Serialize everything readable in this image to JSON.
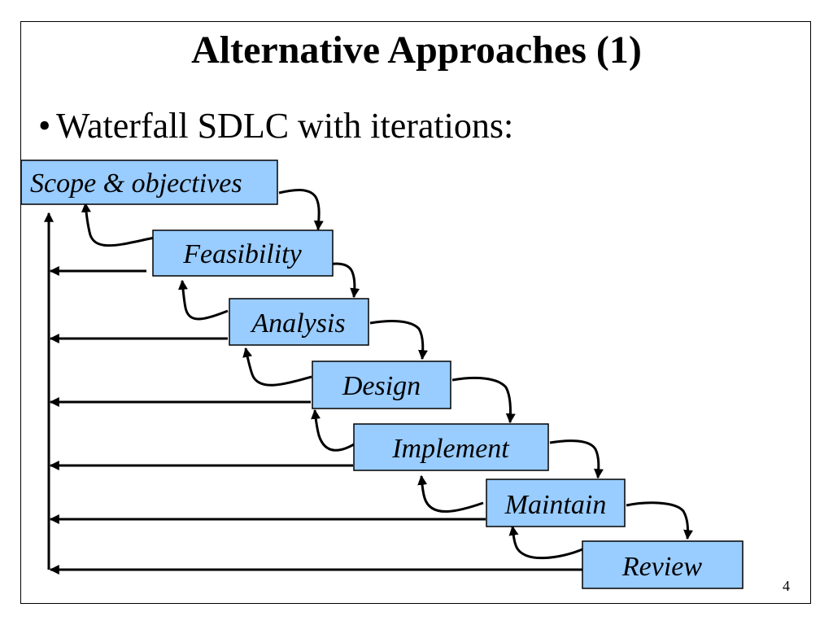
{
  "slide": {
    "title": "Alternative Approaches (1)",
    "bullet_symbol": "•",
    "bullet_text": "Waterfall SDLC with iterations:",
    "page_number": "4"
  },
  "diagram": {
    "box_fill": "#99ccff",
    "stages": [
      {
        "label": "Scope & objectives"
      },
      {
        "label": "Feasibility"
      },
      {
        "label": "Analysis"
      },
      {
        "label": "Design"
      },
      {
        "label": "Implement"
      },
      {
        "label": "Maintain"
      },
      {
        "label": "Review"
      }
    ]
  }
}
